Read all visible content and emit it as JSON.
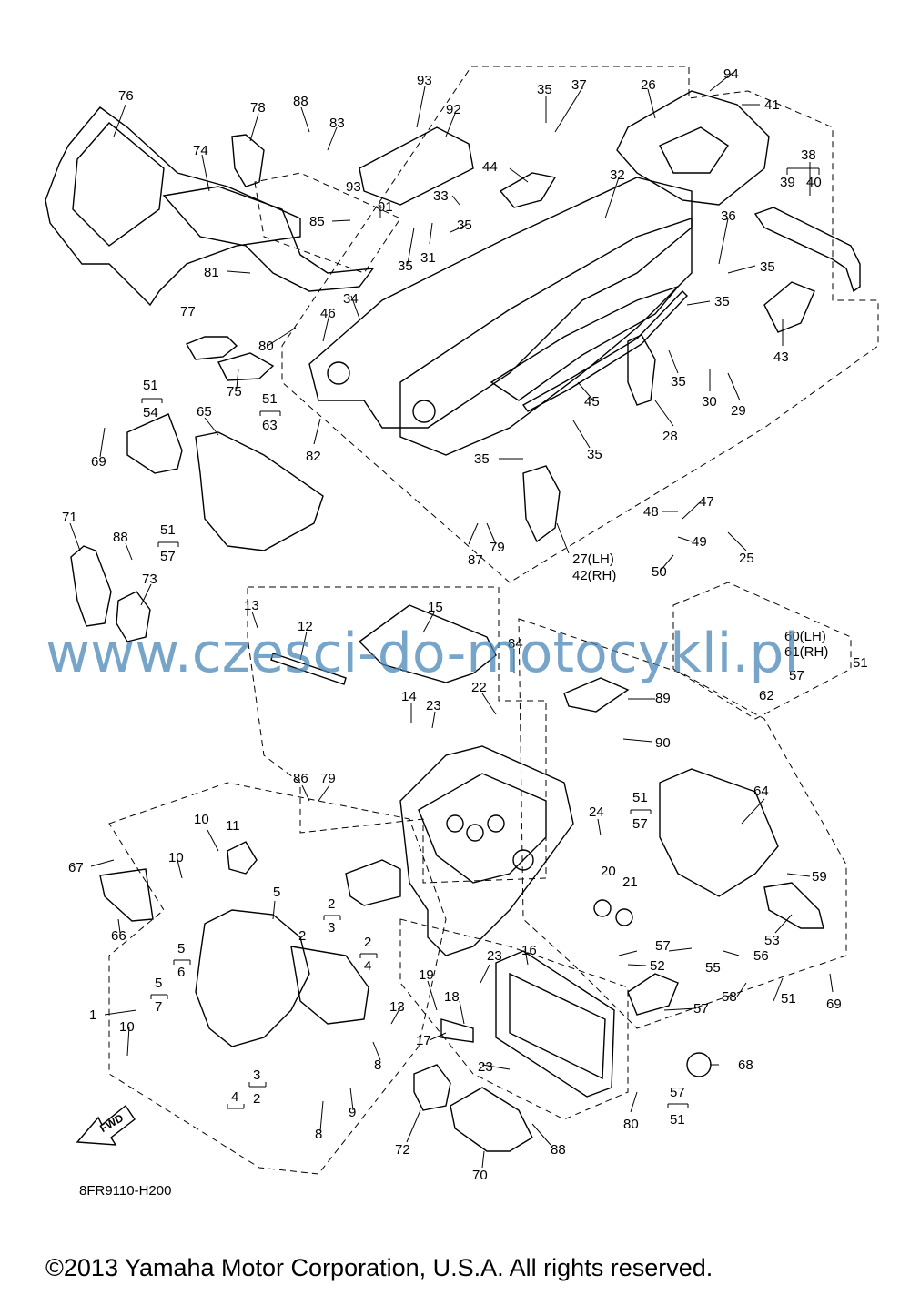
{
  "diagram": {
    "diagram_code": "8FR9110-H200",
    "fwd_label": "FWD",
    "watermark": "www.czesci-do-motocykli.pl",
    "copyright": "©2013 Yamaha Motor Corporation, U.S.A. All rights reserved.",
    "callouts": {
      "c1": "1",
      "c2a": "2",
      "c2b": "2",
      "c2c": "2",
      "c2d": "2",
      "c3a": "3",
      "c3b": "3",
      "c4a": "4",
      "c4b": "4",
      "c5a": "5",
      "c5b": "5",
      "c5c": "5",
      "c6": "6",
      "c7": "7",
      "c8a": "8",
      "c8b": "8",
      "c9": "9",
      "c10a": "10",
      "c10b": "10",
      "c10c": "10",
      "c11": "11",
      "c12": "12",
      "c13a": "13",
      "c13b": "13",
      "c14": "14",
      "c15": "15",
      "c16": "16",
      "c17": "17",
      "c18": "18",
      "c19": "19",
      "c20": "20",
      "c21": "21",
      "c22": "22",
      "c23a": "23",
      "c23b": "23",
      "c23c": "23",
      "c24": "24",
      "c25": "25",
      "c26": "26",
      "c27": "27(LH)",
      "c42": "42(RH)",
      "c28": "28",
      "c29": "29",
      "c30": "30",
      "c31": "31",
      "c32": "32",
      "c33": "33",
      "c34": "34",
      "c35a": "35",
      "c35b": "35",
      "c35c": "35",
      "c35d": "35",
      "c35e": "35",
      "c35f": "35",
      "c35g": "35",
      "c35h": "35",
      "c36": "36",
      "c37": "37",
      "c38": "38",
      "c39": "39",
      "c40": "40",
      "c41": "41",
      "c43": "43",
      "c44": "44",
      "c45": "45",
      "c46": "46",
      "c47": "47",
      "c48": "48",
      "c49": "49",
      "c50": "50",
      "c51a": "51",
      "c51b": "51",
      "c51c": "51",
      "c51d": "51",
      "c51e": "51",
      "c51f": "51",
      "c51g": "51",
      "c52": "52",
      "c53": "53",
      "c54": "54",
      "c55": "55",
      "c56": "56",
      "c57a": "57",
      "c57b": "57",
      "c57c": "57",
      "c57d": "57",
      "c57e": "57",
      "c57f": "57",
      "c58": "58",
      "c59": "59",
      "c60": "60(LH)",
      "c61": "61(RH)",
      "c62": "62",
      "c63": "63",
      "c64": "64",
      "c65": "65",
      "c66": "66",
      "c67": "67",
      "c68": "68",
      "c69a": "69",
      "c69b": "69",
      "c70": "70",
      "c71": "71",
      "c72": "72",
      "c73": "73",
      "c74": "74",
      "c75": "75",
      "c76": "76",
      "c77": "77",
      "c78": "78",
      "c79a": "79",
      "c79b": "79",
      "c80a": "80",
      "c80b": "80",
      "c81": "81",
      "c82": "82",
      "c83": "83",
      "c84": "84",
      "c85": "85",
      "c86": "86",
      "c87": "87",
      "c88a": "88",
      "c88b": "88",
      "c88c": "88",
      "c89": "89",
      "c90": "90",
      "c91": "91",
      "c92": "92",
      "c93a": "93",
      "c93b": "93",
      "c94": "94"
    }
  }
}
